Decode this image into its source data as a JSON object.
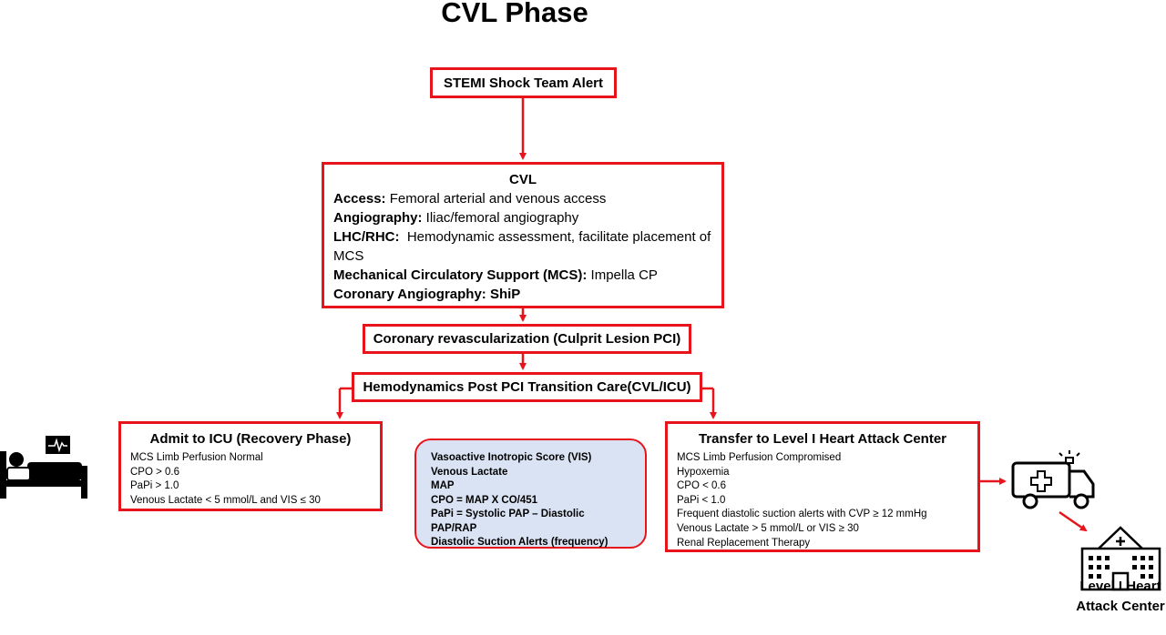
{
  "title": "CVL Phase",
  "alert_box": {
    "text": "STEMI Shock Team Alert"
  },
  "cvl_box": {
    "heading": "CVL",
    "rows": [
      {
        "label": "Access:",
        "text": " Femoral arterial and venous access"
      },
      {
        "label": "Angiography:",
        "text": " Iliac/femoral angiography"
      },
      {
        "label": "LHC/RHC:",
        "text": "  Hemodynamic assessment, facilitate placement of MCS"
      },
      {
        "label": "Mechanical Circulatory Support (MCS):",
        "text": " Impella CP"
      },
      {
        "label": "Coronary Angiography: ShiP",
        "text": ""
      }
    ]
  },
  "revasc_box": {
    "text": "Coronary revascularization (Culprit Lesion PCI)"
  },
  "hemo_box": {
    "text": "Hemodynamics Post PCI Transition Care(CVL/ICU)"
  },
  "icu_box": {
    "heading": "Admit to ICU (Recovery Phase)",
    "items": [
      "MCS Limb Perfusion Normal",
      "CPO > 0.6",
      "PaPi > 1.0",
      "Venous Lactate < 5 mmol/L and VIS ≤ 30"
    ]
  },
  "params_box": {
    "items": [
      "Vasoactive Inotropic Score (VIS)",
      "Venous Lactate",
      "MAP",
      "CPO = MAP X CO/451",
      "PaPi = Systolic PAP – Diastolic PAP/RAP",
      "Diastolic Suction Alerts (frequency)"
    ]
  },
  "transfer_box": {
    "heading": "Transfer to Level I Heart Attack Center",
    "items": [
      "MCS Limb Perfusion Compromised",
      "Hypoxemia",
      "CPO < 0.6",
      "PaPi < 1.0",
      "Frequent diastolic suction alerts with CVP ≥ 12 mmHg",
      "Venous Lactate > 5 mmol/L or VIS ≥ 30",
      "Renal Replacement Therapy"
    ]
  },
  "center_label": {
    "line1": "Level I Heart",
    "line2": "Attack Center"
  },
  "icons": [
    "patient-bed-monitor-icon",
    "ambulance-icon",
    "hospital-icon"
  ],
  "colors": {
    "accent": "#e8141c",
    "params_fill": "#dae3f3"
  }
}
